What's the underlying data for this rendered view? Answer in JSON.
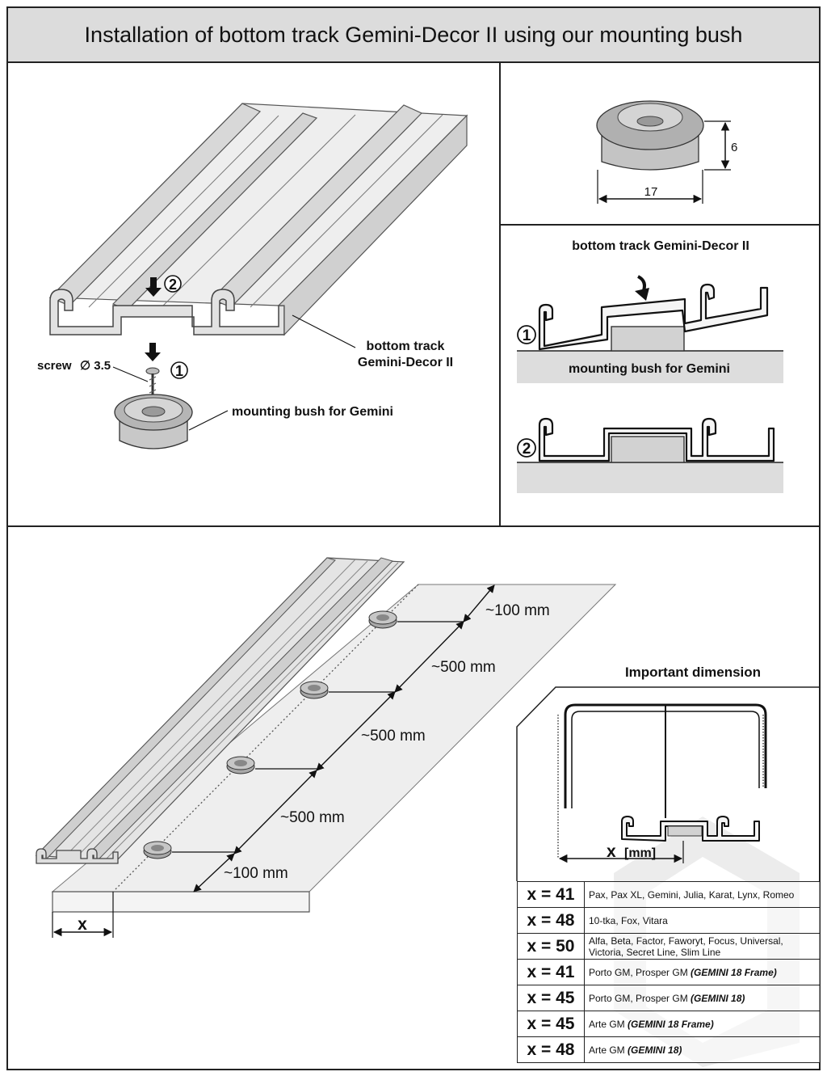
{
  "title": "Installation of bottom track Gemini-Decor II using our mounting bush",
  "top_left": {
    "screw_label": "screw",
    "screw_size": "∅ 3.5",
    "step1": "1",
    "step2": "2",
    "track_label_line1": "bottom track",
    "track_label_line2": "Gemini-Decor II",
    "bush_label": "mounting bush for Gemini"
  },
  "bush_dims": {
    "height": "6",
    "diameter": "17"
  },
  "sections": {
    "track_title": "bottom track Gemini-Decor II",
    "bush_label": "mounting bush for Gemini",
    "step1": "1",
    "step2": "2"
  },
  "spacing": {
    "d1": "~100 mm",
    "d2": "~500 mm",
    "d3": "~500 mm",
    "d4": "~500 mm",
    "d5": "~100 mm",
    "x_label": "x"
  },
  "important": {
    "title": "Important dimension",
    "x_label": "x",
    "x_unit": "[mm]",
    "rows": [
      {
        "x": "x = 41",
        "models": "Pax, Pax XL, Gemini, Julia, Karat, Lynx, Romeo",
        "note": ""
      },
      {
        "x": "x = 48",
        "models": "10-tka, Fox, Vitara",
        "note": ""
      },
      {
        "x": "x = 50",
        "models": "Alfa, Beta, Factor, Faworyt, Focus, Universal, Victoria, Secret Line, Slim Line",
        "note": ""
      },
      {
        "x": "x = 41",
        "models": "Porto GM, Prosper GM",
        "note": "(GEMINI 18 Frame)"
      },
      {
        "x": "x = 45",
        "models": "Porto GM, Prosper GM",
        "note": "(GEMINI 18)"
      },
      {
        "x": "x = 45",
        "models": "Arte GM",
        "note": "(GEMINI 18 Frame)"
      },
      {
        "x": "x = 48",
        "models": "Arte GM",
        "note": "(GEMINI 18)"
      }
    ]
  }
}
